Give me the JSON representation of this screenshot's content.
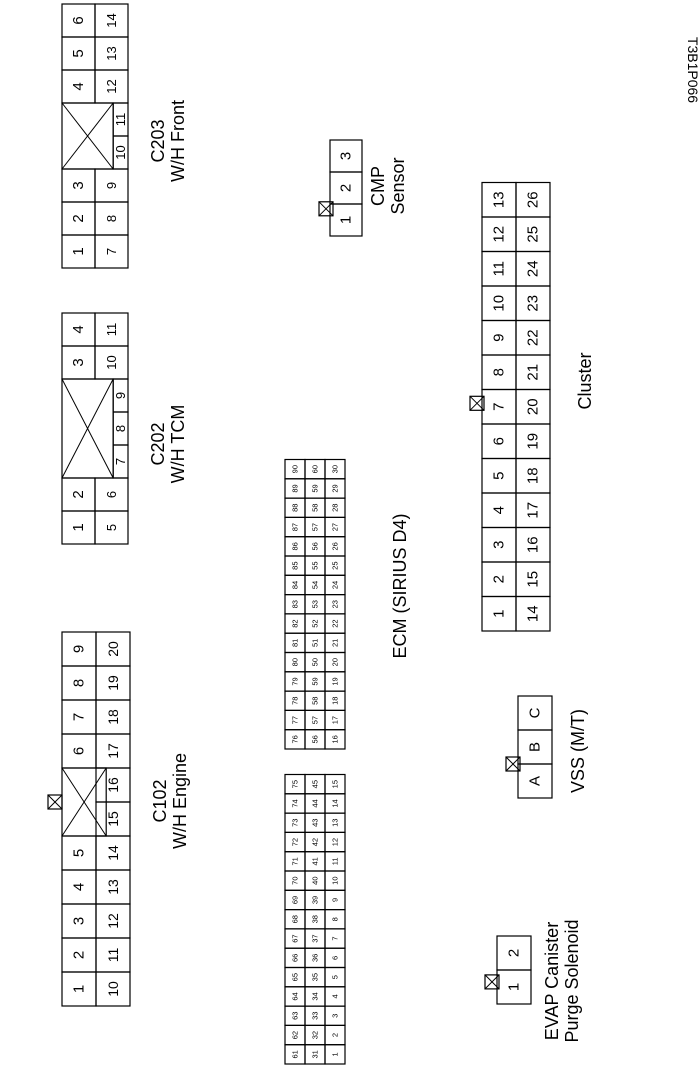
{
  "figure_code": "T3B1P066",
  "connectors": [
    {
      "id": "c203",
      "title": [
        "C203",
        "W/H Front"
      ],
      "rows": [
        [
          "1",
          "2",
          "3",
          "",
          "",
          "4",
          "5",
          "6"
        ],
        [
          "7",
          "8",
          "9",
          "10",
          "11",
          "12",
          "13",
          "14"
        ]
      ],
      "cavity": "3-5 wide",
      "latch": false
    },
    {
      "id": "c202",
      "title": [
        "C202",
        "W/H TCM"
      ],
      "rows": [
        [
          "1",
          "2",
          "",
          "",
          "",
          "3",
          "4"
        ],
        [
          "5",
          "6",
          "7",
          "8",
          "9",
          "10",
          "11"
        ]
      ],
      "cavity": "2-6 wide",
      "latch": false
    },
    {
      "id": "c102",
      "title": [
        "C102",
        "W/H Engine"
      ],
      "rows": [
        [
          "1",
          "2",
          "3",
          "4",
          "5",
          "",
          "6",
          "7",
          "8",
          "9"
        ],
        [
          "10",
          "11",
          "12",
          "13",
          "14",
          "15",
          "16",
          "17",
          "18",
          "19",
          "20"
        ]
      ],
      "latch": true
    },
    {
      "id": "cmp",
      "title": [
        "CMP",
        "Sensor"
      ],
      "rows": [
        [
          "1",
          "2",
          "3"
        ]
      ],
      "latch": true
    },
    {
      "id": "cluster",
      "title": [
        "Cluster"
      ],
      "rows": [
        [
          "1",
          "2",
          "3",
          "4",
          "5",
          "6",
          "7",
          "8",
          "9",
          "10",
          "11",
          "12",
          "13"
        ],
        [
          "14",
          "15",
          "16",
          "17",
          "18",
          "19",
          "20",
          "21",
          "22",
          "23",
          "24",
          "25",
          "26"
        ]
      ],
      "latch": true
    },
    {
      "id": "ecm",
      "title": [
        "ECM (SIRIUS D4)"
      ],
      "blocks": [
        {
          "rows": [
            [
              "61",
              "62",
              "63",
              "64",
              "65",
              "66",
              "67",
              "68",
              "69",
              "70",
              "71",
              "72",
              "73",
              "74",
              "75"
            ],
            [
              "31",
              "32",
              "33",
              "34",
              "35",
              "36",
              "37",
              "38",
              "39",
              "40",
              "41",
              "42",
              "43",
              "44",
              "45"
            ],
            [
              "1",
              "2",
              "3",
              "4",
              "5",
              "6",
              "7",
              "8",
              "9",
              "10",
              "11",
              "12",
              "13",
              "14",
              "15"
            ]
          ]
        },
        {
          "rows": [
            [
              "76",
              "77",
              "78",
              "79",
              "80",
              "81",
              "82",
              "83",
              "84",
              "85",
              "86",
              "87",
              "88",
              "89",
              "90"
            ],
            [
              "56",
              "57",
              "58",
              "59",
              "50",
              "51",
              "52",
              "53",
              "54",
              "55",
              "56",
              "57",
              "58",
              "59",
              "60"
            ],
            [
              "16",
              "17",
              "18",
              "19",
              "20",
              "21",
              "22",
              "23",
              "24",
              "25",
              "26",
              "27",
              "28",
              "29",
              "30"
            ]
          ]
        }
      ]
    },
    {
      "id": "vss",
      "title": [
        "VSS (M/T)"
      ],
      "rows": [
        [
          "A",
          "B",
          "C"
        ]
      ],
      "latch": true
    },
    {
      "id": "evap",
      "title": [
        "EVAP Canister",
        "Purge Solenoid"
      ],
      "rows": [
        [
          "1",
          "2"
        ]
      ],
      "latch": true
    }
  ]
}
